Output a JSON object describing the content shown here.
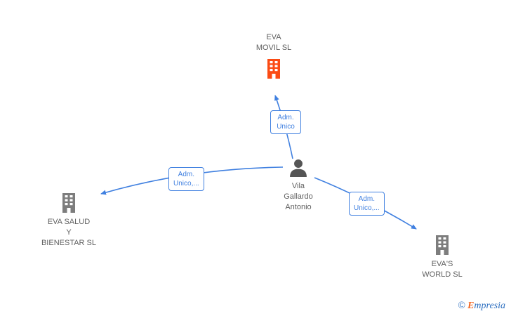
{
  "diagram": {
    "companies": {
      "eva_movil": {
        "line1": "EVA",
        "line2": "MOVIL SL"
      },
      "eva_salud": {
        "line1": "EVA SALUD",
        "line2": "Y",
        "line3": "BIENESTAR SL"
      },
      "evas_world": {
        "line1": "EVA'S",
        "line2": "WORLD SL"
      }
    },
    "person": {
      "line1": "Vila",
      "line2": "Gallardo",
      "line3": "Antonio"
    },
    "edge_labels": {
      "movil": {
        "line1": "Adm.",
        "line2": "Unico"
      },
      "salud": {
        "line1": "Adm.",
        "line2": "Unico,..."
      },
      "world": {
        "line1": "Adm.",
        "line2": "Unico,..."
      }
    }
  },
  "colors": {
    "highlight_company": "#fb4b14",
    "company_gray": "#7d7d7d",
    "person_gray": "#555555",
    "edge_blue": "#4080e0",
    "label_text": "#606060"
  },
  "footer": {
    "copyright": "©",
    "brand_first": "E",
    "brand_rest": "mpresia"
  }
}
